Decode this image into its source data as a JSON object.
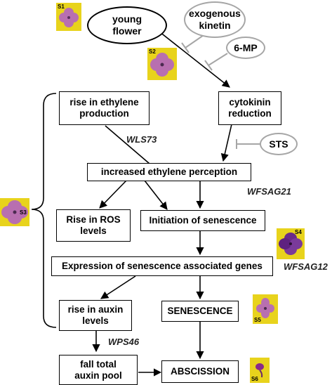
{
  "nodes": {
    "young_flower": "young\nflower",
    "exogenous_kinetin": "exogenous\nkinetin",
    "six_mp": "6-MP",
    "sts": "STS",
    "rise_ethylene": "rise in ethylene\nproduction",
    "cytokinin_reduction": "cytokinin\nreduction",
    "increased_ethylene_perception": "increased ethylene perception",
    "rise_ros": "Rise in ROS\nlevels",
    "initiation_senescence": "Initiation of senescence",
    "expression_sag": "Expression of senescence associated genes",
    "rise_auxin": "rise in auxin\nlevels",
    "senescence": "SENESCENCE",
    "fall_auxin": "fall total\nauxin pool",
    "abscission": "ABSCISSION"
  },
  "genes": {
    "wls73": "WLS73",
    "wfsag21": "WFSAG21",
    "wfsag12": "WFSAG12",
    "wps46": "WPS46"
  },
  "stages": {
    "s1": "S1",
    "s2": "S2",
    "s3": "S3",
    "s4": "S4",
    "s5": "S5",
    "s6": "S6"
  },
  "colors": {
    "node_border": "#000000",
    "inhibitor_grey": "#a6a6a6",
    "photo_background": "#e8d31c",
    "petal_purple": "#b86fb0"
  }
}
